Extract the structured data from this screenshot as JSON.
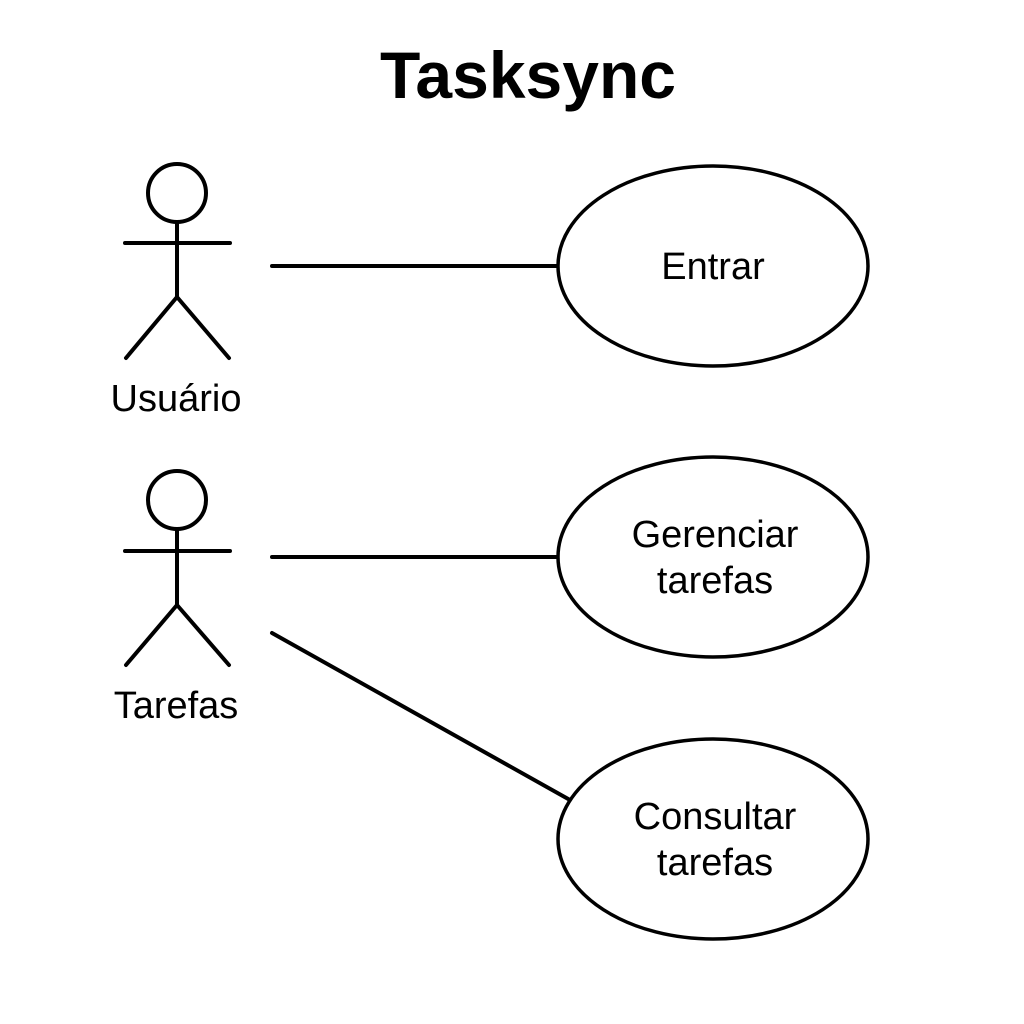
{
  "diagram": {
    "title": "Tasksync",
    "actors": [
      {
        "id": "usuario",
        "label": "Usuário"
      },
      {
        "id": "tarefas",
        "label": "Tarefas"
      }
    ],
    "use_cases": [
      {
        "id": "entrar",
        "lines": [
          "Entrar"
        ]
      },
      {
        "id": "gerenciar",
        "lines": [
          "Gerenciar",
          "tarefas"
        ]
      },
      {
        "id": "consultar",
        "lines": [
          "Consultar",
          "tarefas"
        ]
      }
    ],
    "associations": [
      {
        "from": "usuario",
        "to": "entrar"
      },
      {
        "from": "tarefas",
        "to": "gerenciar"
      },
      {
        "from": "tarefas",
        "to": "consultar"
      }
    ],
    "colors": {
      "stroke": "#000000",
      "background": "#ffffff"
    }
  }
}
